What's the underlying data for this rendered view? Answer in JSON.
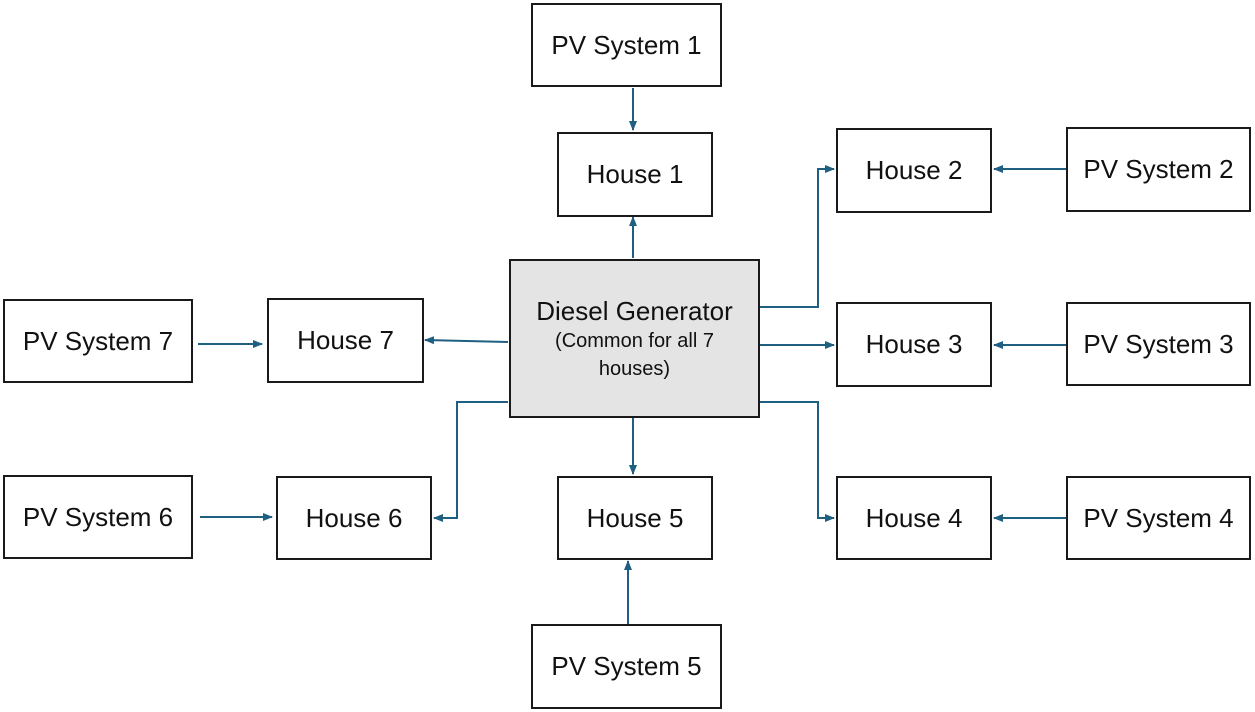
{
  "generator": {
    "title": "Diesel Generator",
    "subtitle": "(Common for all 7 houses)"
  },
  "houses": [
    "House 1",
    "House 2",
    "House 3",
    "House 4",
    "House 5",
    "House 6",
    "House 7"
  ],
  "pv_systems": [
    "PV System 1",
    "PV System 2",
    "PV System 3",
    "PV System 4",
    "PV System 5",
    "PV System 6",
    "PV System 7"
  ],
  "colors": {
    "arrow": "#1f5f82",
    "generator_fill": "#e4e4e4",
    "box_border": "#1a1a1a"
  }
}
